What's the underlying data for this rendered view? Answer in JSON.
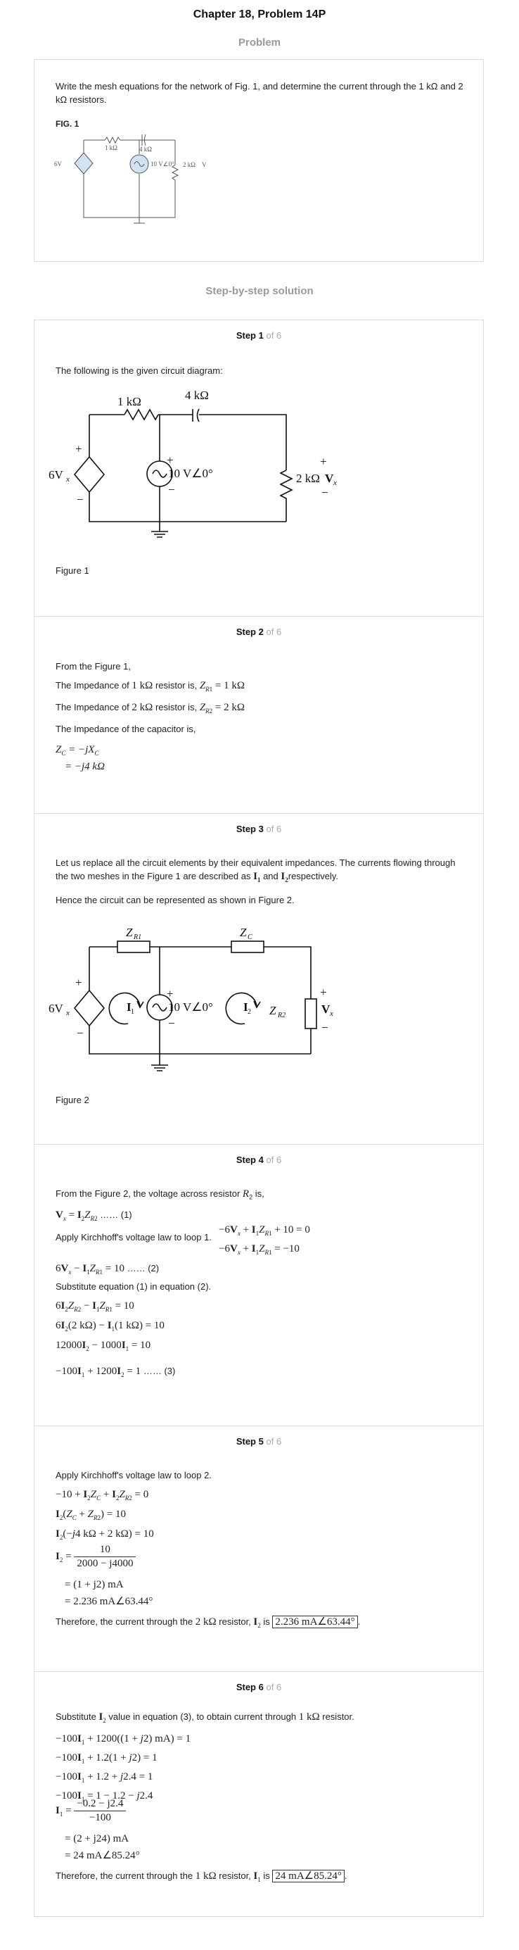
{
  "chapter_title": "Chapter 18, Problem 14P",
  "problem_label": "Problem",
  "problem_text": "Write the mesh equations for the network of Fig. 1, and determine the current through the 1 kΩ and 2 kΩ resistors.",
  "fig1_label": "FIG. 1",
  "solution_label": "Step-by-step solution",
  "of_total": "of 6",
  "step_word": "Step",
  "circuit": {
    "r1": "1 kΩ",
    "cap": "4 kΩ",
    "r2": "2 kΩ",
    "src": "10 V∠0°",
    "dep": "6V",
    "vx": "V",
    "plus": "+",
    "minus": "−"
  },
  "step1": {
    "num": "1",
    "intro": "The following is the given circuit diagram:",
    "caption": "Figure 1"
  },
  "step2": {
    "num": "2",
    "line1": "From the Figure 1,",
    "imp_pre": "The Impedance of",
    "res_post": "resistor is,",
    "r1_val": "1 kΩ",
    "zr1_eq": "= 1 kΩ",
    "r2_val": "2 kΩ",
    "zr2_eq": "= 2 kΩ",
    "cap_line": "The Impedance of the capacitor is,",
    "zc1": "= −jX",
    "zc2": "= −j4 kΩ"
  },
  "step3": {
    "num": "3",
    "p1": "Let us replace all the circuit elements by their equivalent impedances. The currents flowing through the two meshes in the Figure 1 are described as",
    "p1_and": "and",
    "p1_post": "respectively.",
    "p2": "Hence the circuit can be represented as shown in Figure 2.",
    "caption": "Figure 2"
  },
  "step4": {
    "num": "4",
    "l1a": "From the Figure 2, the voltage across resistor",
    "l1b": "is,",
    "eq1_tag": "…… (1)",
    "kvl1": "Apply Kirchhoff's voltage law to loop 1.",
    "eq2_tag": "…… (2)",
    "subst": "Substitute equation (1) in equation (2).",
    "s1": "6I",
    "s2": "6I",
    "s3": "12000I",
    "s4": "−100I",
    "eq3_tag": "…… (3)"
  },
  "step5": {
    "num": "5",
    "kvl2": "Apply Kirchhoff's voltage law to loop 2.",
    "frac_num": "10",
    "frac_den": "2000 − j4000",
    "r1": "= (1 + j2) mA",
    "r2": "= 2.236 mA∠63.44°",
    "therefore": "Therefore, the current through the",
    "res": "2 kΩ",
    "resistor_word": "resistor,",
    "is_word": "is",
    "answer": "2.236 mA∠63.44°"
  },
  "step6": {
    "num": "6",
    "l1a": "Substitute",
    "l1b": "value in equation (3), to obtain current through",
    "l1c": "1 kΩ",
    "l1d": "resistor.",
    "e1": "−100I",
    "e2": "−100I",
    "e3": "−100I",
    "e4": "−100I",
    "frac_num": "−0.2 − j2.4",
    "frac_den": "−100",
    "r1": "= (2 + j24) mA",
    "r2": "= 24 mA∠85.24°",
    "therefore": "Therefore, the current through the",
    "res": "1 kΩ",
    "resistor_word": "resistor,",
    "is_word": "is",
    "answer": "24 mA∠85.24°"
  }
}
